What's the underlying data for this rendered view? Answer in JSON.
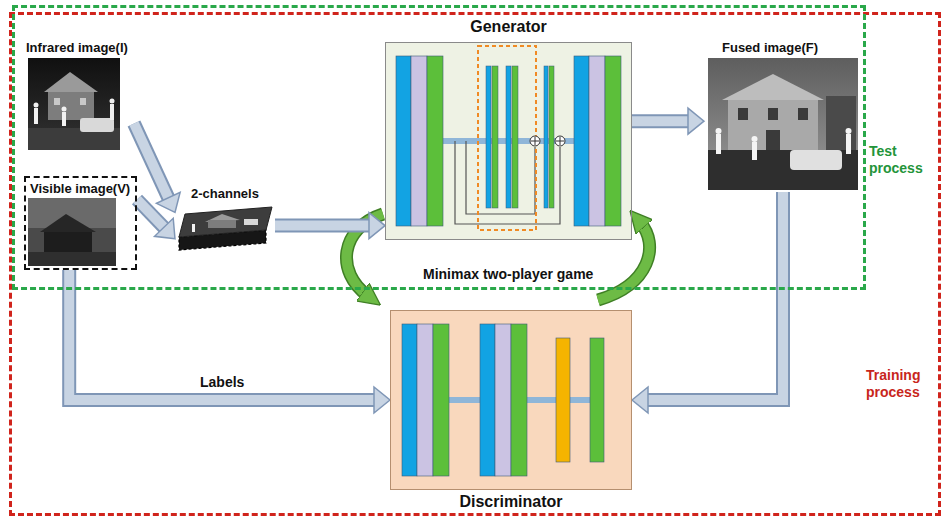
{
  "diagram": {
    "nodes": [
      {
        "text": [
          "Training process"
        ]
      },
      {
        "text": [
          "Test process"
        ],
        "in": 0
      },
      {
        "text": [
          "Infrared image(I)"
        ],
        "in": 1
      },
      {
        "text": [
          "Visible image(V)"
        ],
        "in": 1
      },
      {
        "text": [
          "2-channels"
        ],
        "in": 1
      },
      {
        "text": [
          "Generator"
        ],
        "in": 1
      },
      {
        "text": [
          "Fused image(F)"
        ],
        "in": 1
      },
      {
        "text": [
          "Discriminator"
        ],
        "in": 0
      }
    ],
    "edges": [
      {
        "from": 2,
        "to": 4,
        "arrow": "to"
      },
      {
        "from": 3,
        "to": 4,
        "arrow": "to"
      },
      {
        "from": 4,
        "to": 5,
        "arrow": "to"
      },
      {
        "from": 5,
        "to": 6,
        "arrow": "to"
      },
      {
        "from": 3,
        "to": 7,
        "label": "Labels",
        "arrow": "to"
      },
      {
        "from": 6,
        "to": 7,
        "arrow": "to"
      }
    ],
    "labels": [
      "Minimax two-player game"
    ]
  }
}
